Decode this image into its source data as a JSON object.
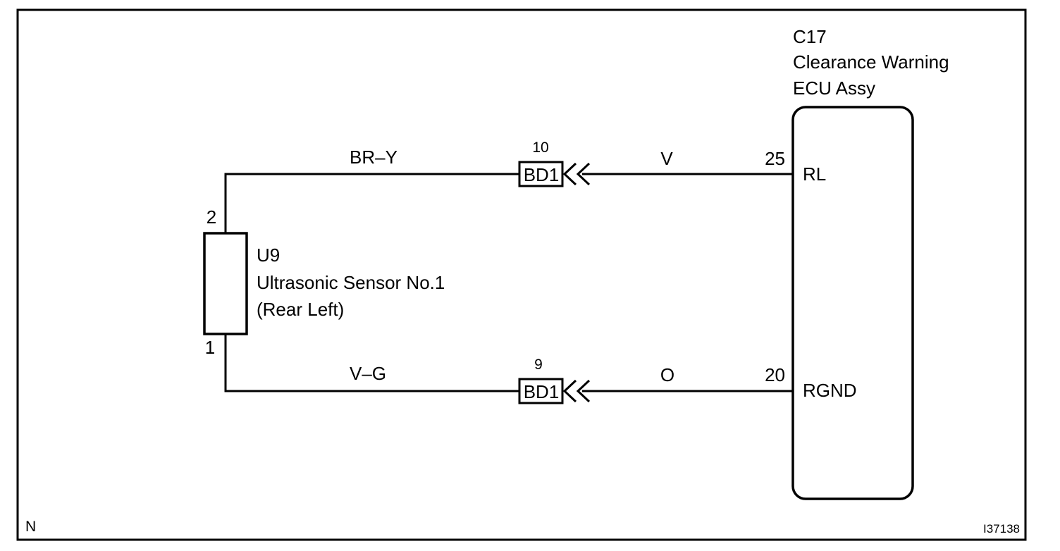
{
  "ecu": {
    "code": "C17",
    "name_line1": "Clearance Warning",
    "name_line2": "ECU Assy",
    "pin_top": {
      "number": "25",
      "name": "RL"
    },
    "pin_bottom": {
      "number": "20",
      "name": "RGND"
    }
  },
  "sensor": {
    "code": "U9",
    "name_line1": "Ultrasonic Sensor No.1",
    "name_line2": "(Rear Left)",
    "pin_top": "2",
    "pin_bottom": "1"
  },
  "wires": {
    "top_left_color": "BR–Y",
    "top_right_color": "V",
    "bottom_left_color": "V–G",
    "bottom_right_color": "O"
  },
  "connectors": {
    "top": {
      "label": "BD1",
      "pin": "10"
    },
    "bottom": {
      "label": "BD1",
      "pin": "9"
    }
  },
  "footer": {
    "corner_label": "N",
    "figure_id": "I37138"
  }
}
